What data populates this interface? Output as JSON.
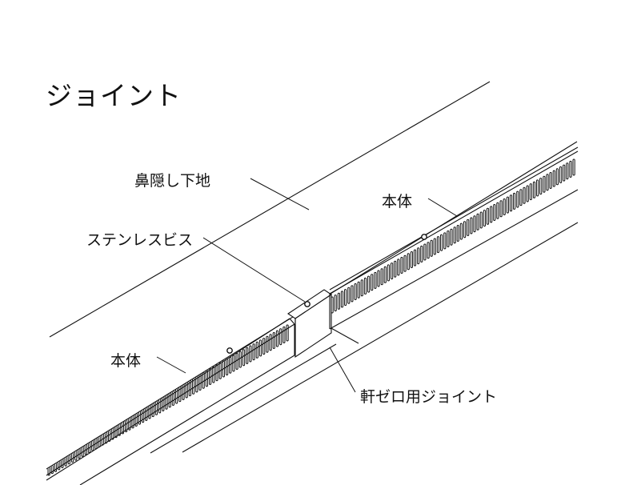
{
  "diagram": {
    "title": "ジョイント",
    "labels": {
      "base": "鼻隠し下地",
      "body_right": "本体",
      "screw": "ステンレスビス",
      "body_left": "本体",
      "joint": "軒ゼロ用ジョイント"
    }
  }
}
